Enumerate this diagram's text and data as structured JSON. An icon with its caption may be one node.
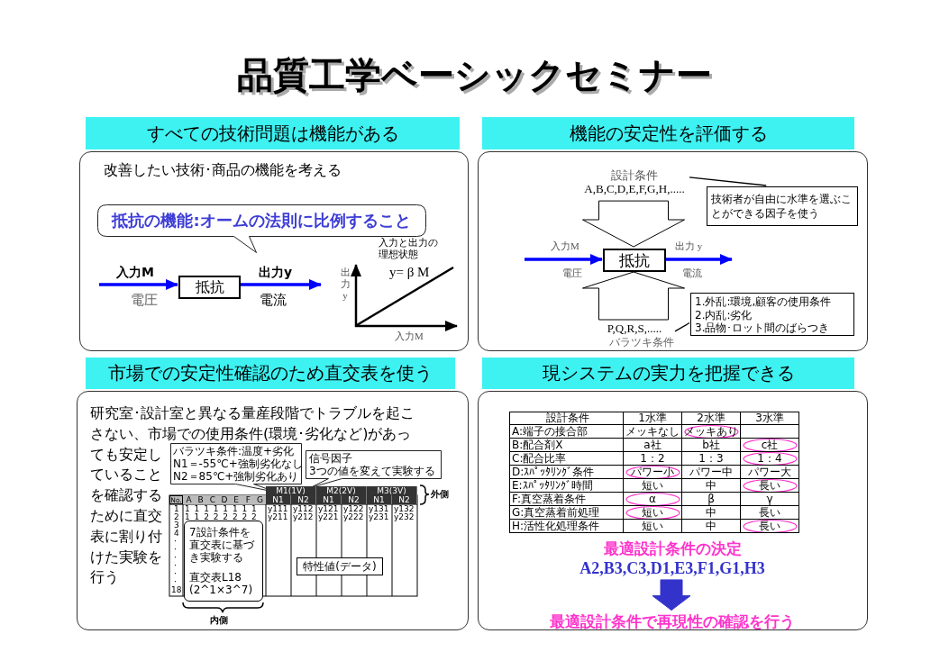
{
  "diagram": {
    "title": "品質工学ベーシックセミナー",
    "nodes": [
      {
        "text": [
          "すべての技術問題は機能がある"
        ]
      },
      {
        "text": [
          "改善したい技術･商品の機能を考える"
        ]
      },
      {
        "text": [
          "抵抗の機能:オームの法則に比例すること"
        ],
        "in": 1
      },
      {
        "text": [
          "抵抗"
        ],
        "in": 1
      },
      {
        "text": [
          "機能の安定性を評価する"
        ]
      },
      {
        "text": [],
        "shape": "box"
      },
      {
        "text": [
          "設計条件",
          "A,B,C,D,E,F,G,H,....."
        ],
        "in": 5
      },
      {
        "text": [
          "技術者が自由に水準を選ぶことができる因子を使う"
        ],
        "in": 5
      },
      {
        "text": [
          "抵抗"
        ],
        "in": 5
      },
      {
        "text": [
          "P,Q,R,S,....."
        ],
        "beside": [
          "バラツキ条件"
        ],
        "in": 5
      },
      {
        "text": [
          "1.外乱:環境,顧客の使用条件",
          "2.内乱:劣化",
          "3.品物･ロット間のばらつき"
        ],
        "in": 5
      },
      {
        "text": [
          "市場での安定性確認のため直交表を使う"
        ]
      },
      {
        "text": [
          "研究室･設計室と異なる量産段階でトラブルを起こさない、市場での使用条件(環境･劣化など)があっても安定していることを確認するために直交表に割り付けた実験を行う"
        ]
      },
      {
        "text": [
          "バラツキ条件:温度+劣化",
          "N1＝-55℃+強制劣化なし",
          "N2＝85℃+強制劣化あり"
        ],
        "in": 12
      },
      {
        "text": [
          "信号因子",
          "3つの値を変えて実験する"
        ],
        "in": 12
      },
      {
        "text": [
          "7設計条件を直交表に基づき実験する",
          "直交表L18 (2^1×3^7)"
        ],
        "in": 12
      },
      {
        "text": [
          "特性値(データ)"
        ],
        "in": 12
      },
      {
        "text": [
          "現システムの実力を把握できる"
        ]
      },
      {
        "text": [],
        "shape": "box"
      },
      {
        "text": [
          "最適設計条件の決定",
          "A2,B3,C3,D1,E3,F1,G1,H3"
        ],
        "in": 18
      },
      {
        "text": [
          "最適設計条件で再現性の確認を行う"
        ],
        "in": 18
      }
    ],
    "edges": [
      {
        "from": null,
        "to": 3,
        "arrow": "to",
        "label": "入力M",
        "color": "#0000ff"
      },
      {
        "from": 3,
        "to": null,
        "arrow": "to",
        "label": "出力y",
        "color": "#0000ff"
      },
      {
        "from": 7,
        "to": 6,
        "arrow": "none",
        "color": "#000000"
      },
      {
        "from": 6,
        "to": 8,
        "arrow": "to",
        "color": "#000000"
      },
      {
        "from": null,
        "to": 8,
        "arrow": "to",
        "label": "入力M",
        "color": "#0000ff"
      },
      {
        "from": 8,
        "to": null,
        "arrow": "to",
        "label": "出力 y",
        "color": "#0000ff"
      },
      {
        "from": 9,
        "to": 8,
        "arrow": "to",
        "color": "#000000"
      },
      {
        "from": 10,
        "to": 9,
        "arrow": "none",
        "color": "#000000"
      },
      {
        "from": 19,
        "to": 20,
        "arrow": "to",
        "color": "#3333cc"
      }
    ],
    "labels": [
      "電圧",
      "電流",
      "入力と出力の理想状態",
      "y= β M",
      "出力 y",
      "入力M",
      "電圧",
      "電流",
      "M1(1V)",
      "M2(2V)",
      "M3(3V)",
      "No.",
      "A",
      "B",
      "C",
      "D",
      "E",
      "F",
      "G",
      "N1",
      "N2",
      "N1",
      "N2",
      "N1",
      "N2",
      "1",
      "1 1 1 1 1 1 1 1",
      "y111",
      "y112",
      "y121",
      "y122",
      "y131",
      "y132",
      "2",
      "1 1 2 2 2 2 2 2",
      "y211",
      "y212",
      "y221",
      "y222",
      "y231",
      "y232",
      "3",
      "4",
      "·",
      "·",
      "·",
      "·",
      "·",
      "·",
      "18",
      "外側",
      "内側",
      "設計条件",
      "1水準",
      "2水準",
      "3水準",
      "A:端子の接合部",
      "メッキなし",
      "メッキあり",
      "B:配合剤X",
      "a社",
      "b社",
      "c社",
      "C:配合比率",
      "1：2",
      "1：3",
      "1：4",
      "D:ｽﾊﾟｯﾀﾘﾝｸﾞ条件",
      "パワー小",
      "パワー中",
      "パワー大",
      "E:ｽﾊﾟｯﾀﾘﾝｸﾞ時間",
      "短い",
      "中",
      "長い",
      "F:真空蒸着条件",
      "α",
      "β",
      "γ",
      "G:真空蒸着前処理",
      "短い",
      "中",
      "長い",
      "H:活性化処理条件",
      "短い",
      "中",
      "長い"
    ]
  }
}
